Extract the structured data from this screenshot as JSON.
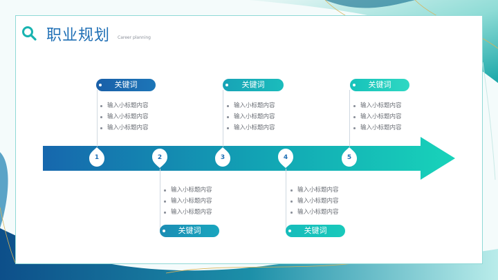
{
  "header": {
    "title": "职业规划",
    "subtitle": "Career planning"
  },
  "colors": {
    "primary_blue": "#1b6fb0",
    "accent_teal": "#17c7b6"
  },
  "timeline": {
    "milestones": [
      {
        "number": "1",
        "keyword": "关键词",
        "items": [
          "输入小标题内容",
          "输入小标题内容",
          "输入小标题内容"
        ]
      },
      {
        "number": "2",
        "keyword": "关键词",
        "items": [
          "输入小标题内容",
          "输入小标题内容",
          "输入小标题内容"
        ]
      },
      {
        "number": "3",
        "keyword": "关键词",
        "items": [
          "输入小标题内容",
          "输入小标题内容",
          "输入小标题内容"
        ]
      },
      {
        "number": "4",
        "keyword": "关键词",
        "items": [
          "输入小标题内容",
          "输入小标题内容",
          "输入小标题内容"
        ]
      },
      {
        "number": "5",
        "keyword": "关键词",
        "items": [
          "输入小标题内容",
          "输入小标题内容",
          "输入小标题内容"
        ]
      }
    ]
  }
}
